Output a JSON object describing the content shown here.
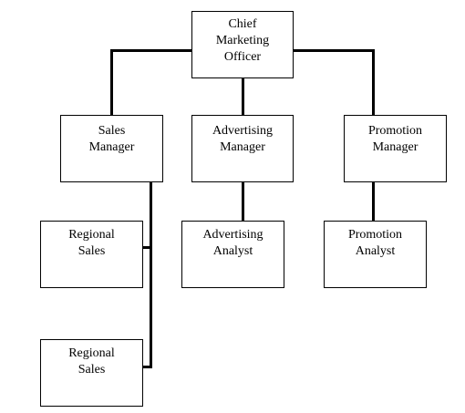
{
  "org_chart": {
    "cmo": {
      "lines": [
        "Chief",
        "Marketing",
        "Officer"
      ]
    },
    "sales_manager": {
      "lines": [
        "Sales",
        "Manager"
      ]
    },
    "advertising_manager": {
      "lines": [
        "Advertising",
        "Manager"
      ]
    },
    "promotion_manager": {
      "lines": [
        "Promotion",
        "Manager"
      ]
    },
    "regional_sales_1": {
      "lines": [
        "Regional",
        "Sales"
      ]
    },
    "regional_sales_2": {
      "lines": [
        "Regional",
        "Sales"
      ]
    },
    "advertising_analyst": {
      "lines": [
        "Advertising",
        "Analyst"
      ]
    },
    "promotion_analyst": {
      "lines": [
        "Promotion",
        "Analyst"
      ]
    }
  }
}
